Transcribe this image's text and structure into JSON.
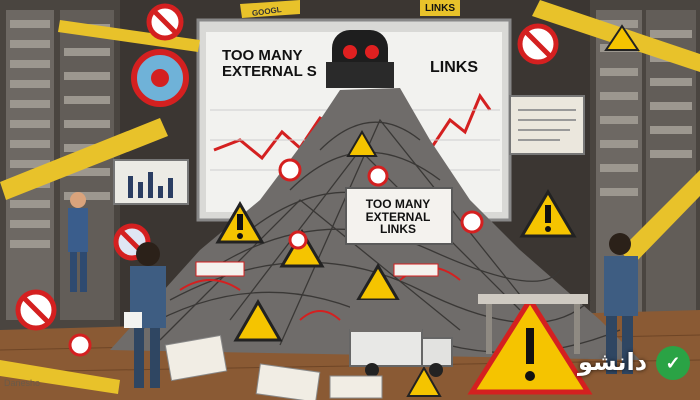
{
  "screen": {
    "title_line1": "TOO MANY",
    "title_line2": "EXTERNAL S",
    "links_label": "LINKS"
  },
  "center_sign": {
    "line1": "TOO MANY",
    "line2": "EXTERNAL",
    "line3": "LINKS"
  },
  "top_tags": {
    "banner": "GOOGL",
    "links": "LINKS"
  },
  "watermark": "Danesho",
  "logo": {
    "text": "دانشو",
    "mark": "✓"
  },
  "colors": {
    "warning_yellow": "#f5c400",
    "danger_red": "#d42020",
    "tape_yellow": "#e8c22a"
  }
}
